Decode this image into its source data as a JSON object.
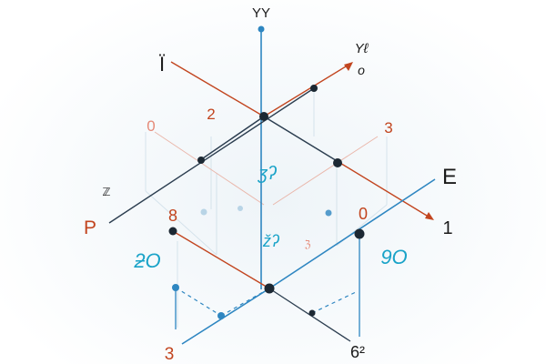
{
  "diagram": {
    "axis_labels": {
      "top": "YY",
      "upper_left": "Ï",
      "upper_right_top": "Yℓ",
      "upper_right_bottom": "o",
      "right": "E",
      "left_small": "ℤ",
      "left": "P",
      "right_end": "1"
    },
    "numbers": {
      "n_2": "2",
      "n_0_left": "0",
      "n_3_right": "3",
      "n_8": "8",
      "n_0_right": "0",
      "n_3_bottom": "3",
      "n_6_bottom": "6²"
    },
    "center_glyphs": {
      "upper": "ӡʔ",
      "lower": "žʔ",
      "tiny": "ℨ"
    },
    "side_glyphs": {
      "left": "ƻO",
      "right": "9O"
    },
    "colors": {
      "blue_axis": "#2e86c1",
      "dark_axis": "#2c3e50",
      "red_axis": "#c2451f",
      "node_dark": "#1c2833",
      "node_blue": "#2e86c1",
      "label_cyan": "#1aa3c8"
    }
  }
}
